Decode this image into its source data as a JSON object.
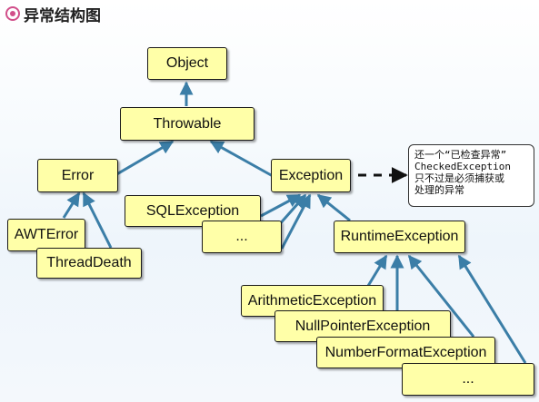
{
  "title": "异常结构图",
  "nodes": {
    "object": "Object",
    "throwable": "Throwable",
    "error": "Error",
    "exception": "Exception",
    "awterror": "AWTError",
    "threaddeath": "ThreadDeath",
    "sqlexception": "SQLException",
    "ellipsis1": "...",
    "runtimeexception": "RuntimeException",
    "arithmeticexception": "ArithmeticException",
    "nullpointerexception": "NullPointerException",
    "numberformatexception": "NumberFormatException",
    "ellipsis2": "..."
  },
  "note": {
    "line1": "还一个“已检查异常”",
    "line2": "CheckedException",
    "line3": "只不过是必须捕获或",
    "line4": "处理的异常"
  },
  "colors": {
    "node_fill": "#ffffa8",
    "edge": "#3b7ea7",
    "note_arrow": "#111111"
  }
}
